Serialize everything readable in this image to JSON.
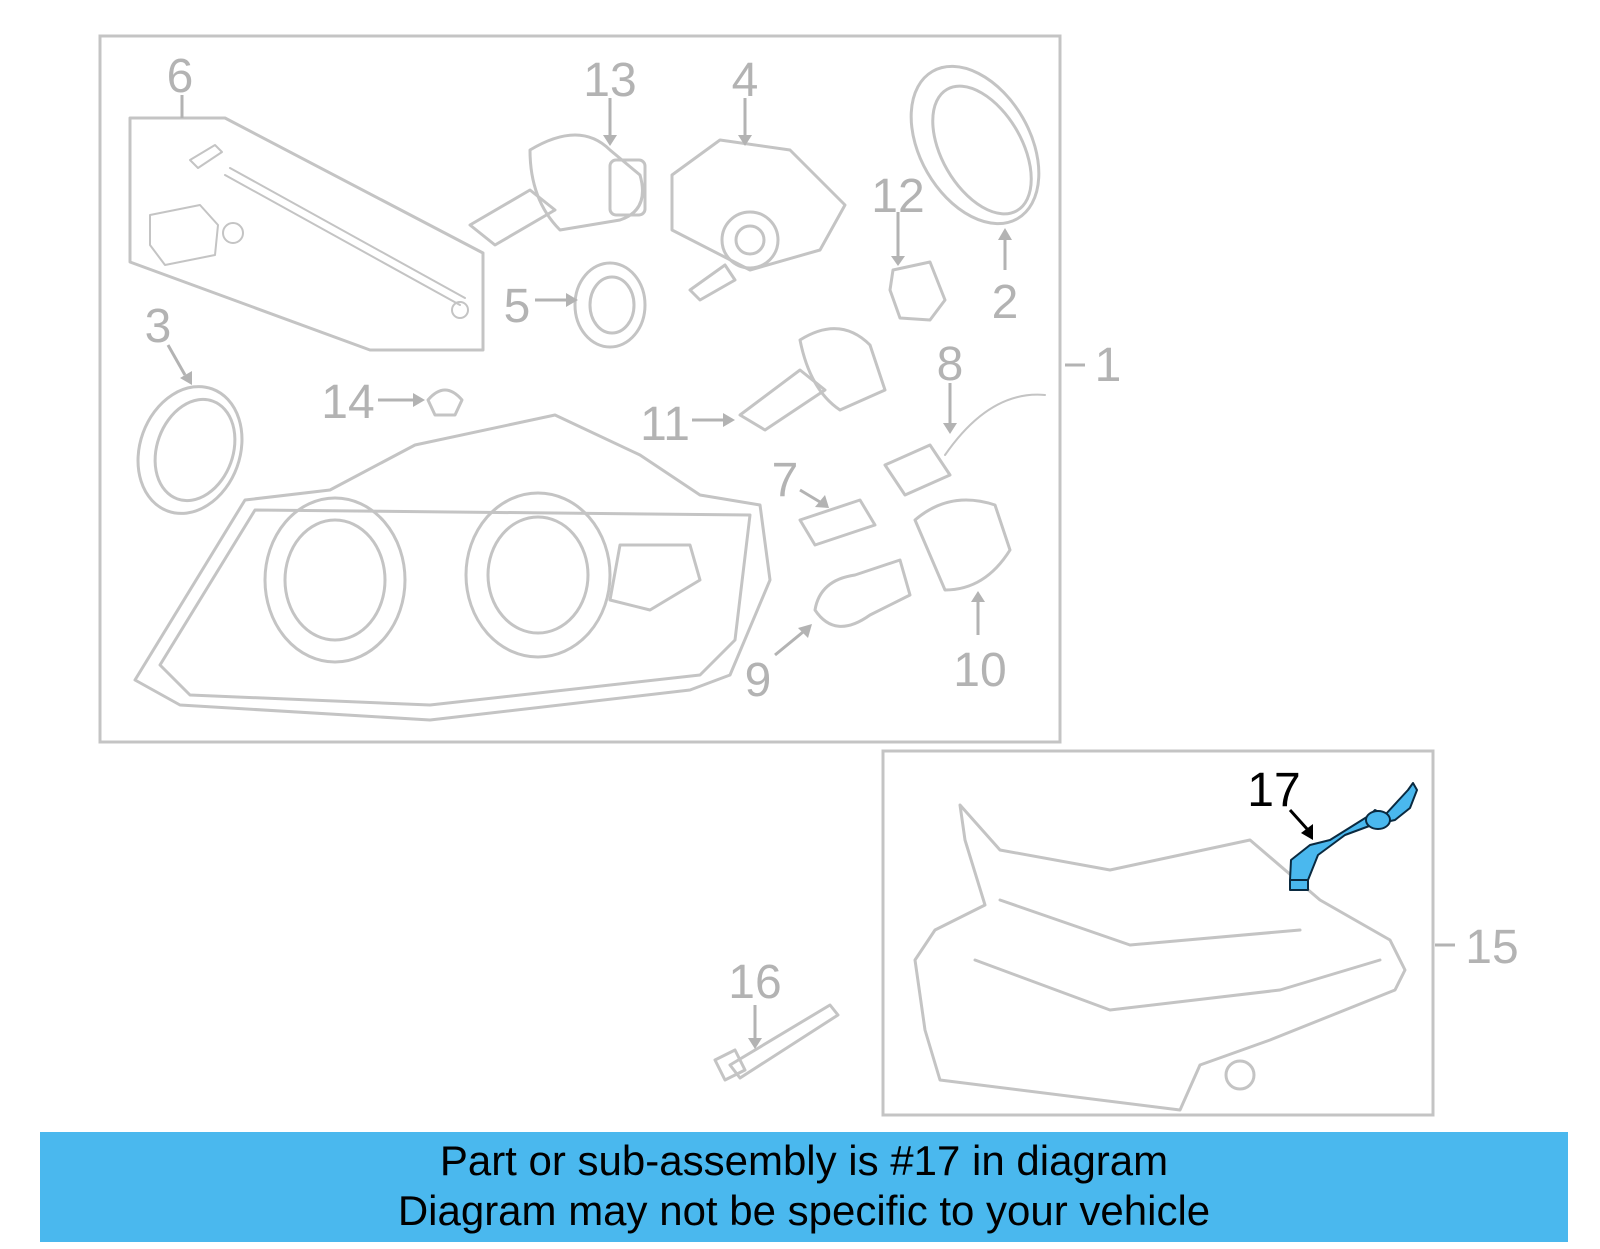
{
  "diagram": {
    "callouts": {
      "c1": "1",
      "c2": "2",
      "c3": "3",
      "c4": "4",
      "c5": "5",
      "c6": "6",
      "c7": "7",
      "c8": "8",
      "c9": "9",
      "c10": "10",
      "c11": "11",
      "c12": "12",
      "c13": "13",
      "c14": "14",
      "c15": "15",
      "c16": "16",
      "c17": "17"
    },
    "highlighted_part": "17",
    "colors": {
      "highlight": "#4ab8ee",
      "line_gray": "#c4c4c4",
      "label_gray": "#b3b3b3"
    }
  },
  "banner": {
    "line1": "Part or sub-assembly is #17 in diagram",
    "line2": "Diagram may not be specific to your vehicle"
  }
}
